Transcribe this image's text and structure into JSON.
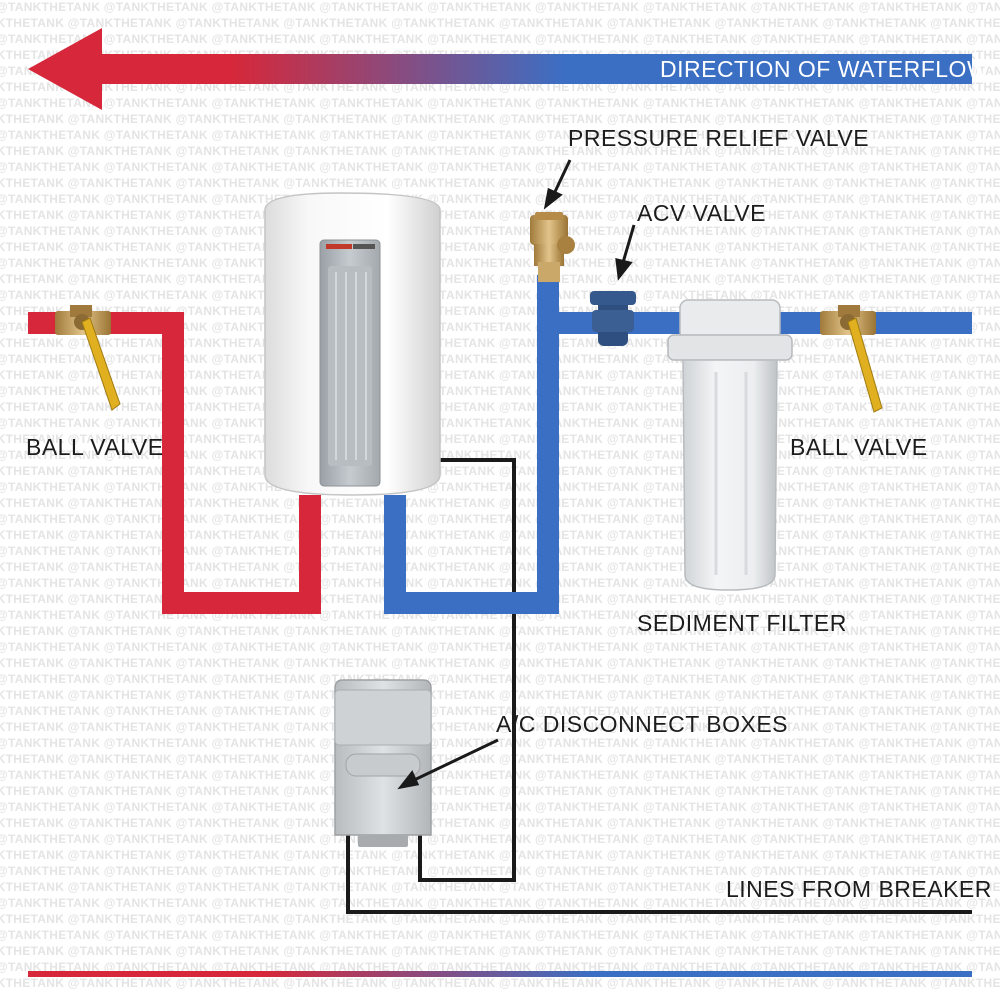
{
  "watermark": {
    "text": "@TANKTHETANK"
  },
  "flow": {
    "label": "DIRECTION OF WATERFLOW"
  },
  "labels": {
    "pressure_relief_valve": "PRESSURE RELIEF VALVE",
    "acv_valve": "ACV VALVE",
    "ball_valve_left": "BALL VALVE",
    "ball_valve_right": "BALL VALVE",
    "sediment_filter": "SEDIMENT FILTER",
    "disconnect_boxes": "A/C DISCONNECT BOXES",
    "lines_from_breaker": "LINES FROM BREAKER"
  },
  "colors": {
    "hot": "#d6283a",
    "cold": "#3b6fc4",
    "wire": "#1a1a1a",
    "brass": "#c9a86a",
    "valve_handle": "#e0b020"
  },
  "icons": {
    "ball_valve": "ball-valve-icon",
    "pressure_relief_valve": "pressure-relief-valve-icon",
    "acv_valve": "acv-valve-icon",
    "water_heater": "water-heater-icon",
    "sediment_filter": "sediment-filter-icon",
    "disconnect_box": "disconnect-box-icon"
  }
}
